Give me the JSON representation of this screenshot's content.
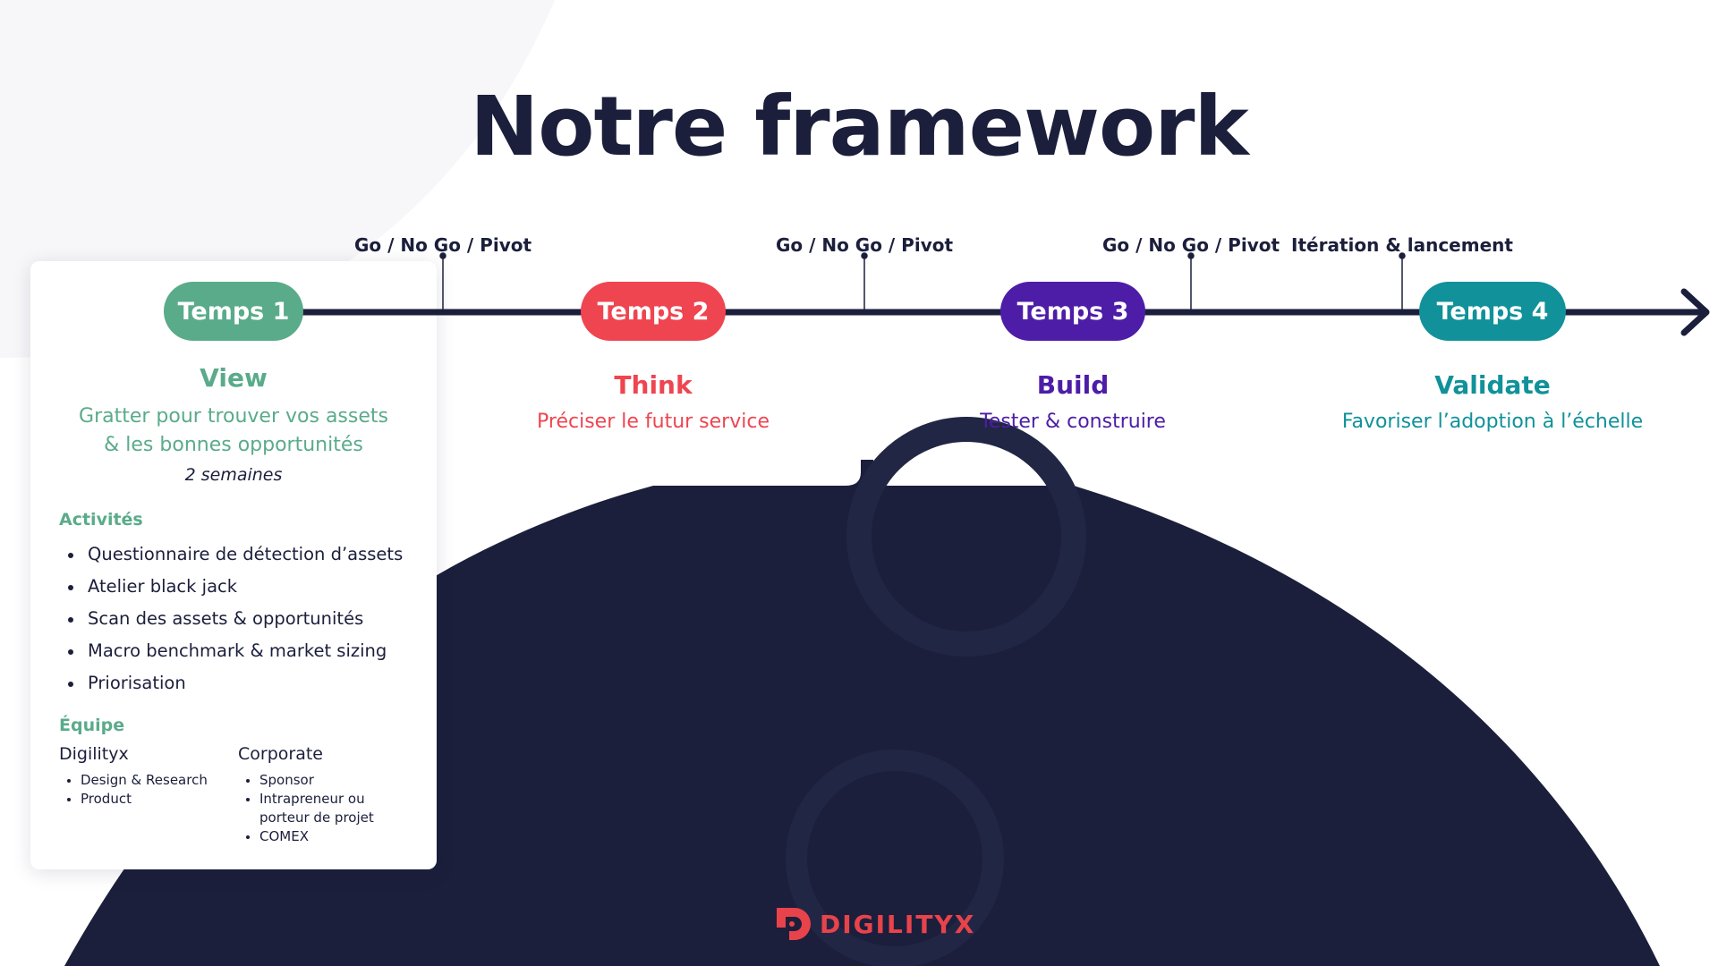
{
  "title": "Notre framework",
  "colors": {
    "navy": "#1b1f3b",
    "view": "#5aab8a",
    "think": "#ef4550",
    "build": "#4d1da7",
    "validate": "#11919a",
    "brand": "#e8434b"
  },
  "milestones": [
    "Go / No Go / Pivot",
    "Go / No Go / Pivot",
    "Go / No Go / Pivot",
    "Itération & lancement"
  ],
  "phases": [
    {
      "pill": "Temps 1",
      "name": "View",
      "description_lines": [
        "Gratter pour trouver vos assets",
        "& les bonnes opportunités"
      ],
      "duration": "2 semaines",
      "activities_title": "Activités",
      "activities": [
        "Questionnaire de détection d’assets",
        "Atelier black jack",
        "Scan des assets & opportunités",
        "Macro benchmark & market sizing",
        "Priorisation"
      ],
      "team_title": "Équipe",
      "team": [
        {
          "name": "Digilityx",
          "members": [
            "Design & Research",
            "Product"
          ]
        },
        {
          "name": "Corporate",
          "members": [
            "Sponsor",
            "Intrapreneur ou porteur de projet",
            "COMEX"
          ]
        }
      ]
    },
    {
      "pill": "Temps 2",
      "name": "Think",
      "description": "Préciser le futur service"
    },
    {
      "pill": "Temps 3",
      "name": "Build",
      "description": "Tester & construire"
    },
    {
      "pill": "Temps 4",
      "name": "Validate",
      "description": "Favoriser l’adoption à l’échelle"
    }
  ],
  "brand": {
    "name": "DIGILITYX",
    "icon": "digilityx-logo-icon"
  }
}
